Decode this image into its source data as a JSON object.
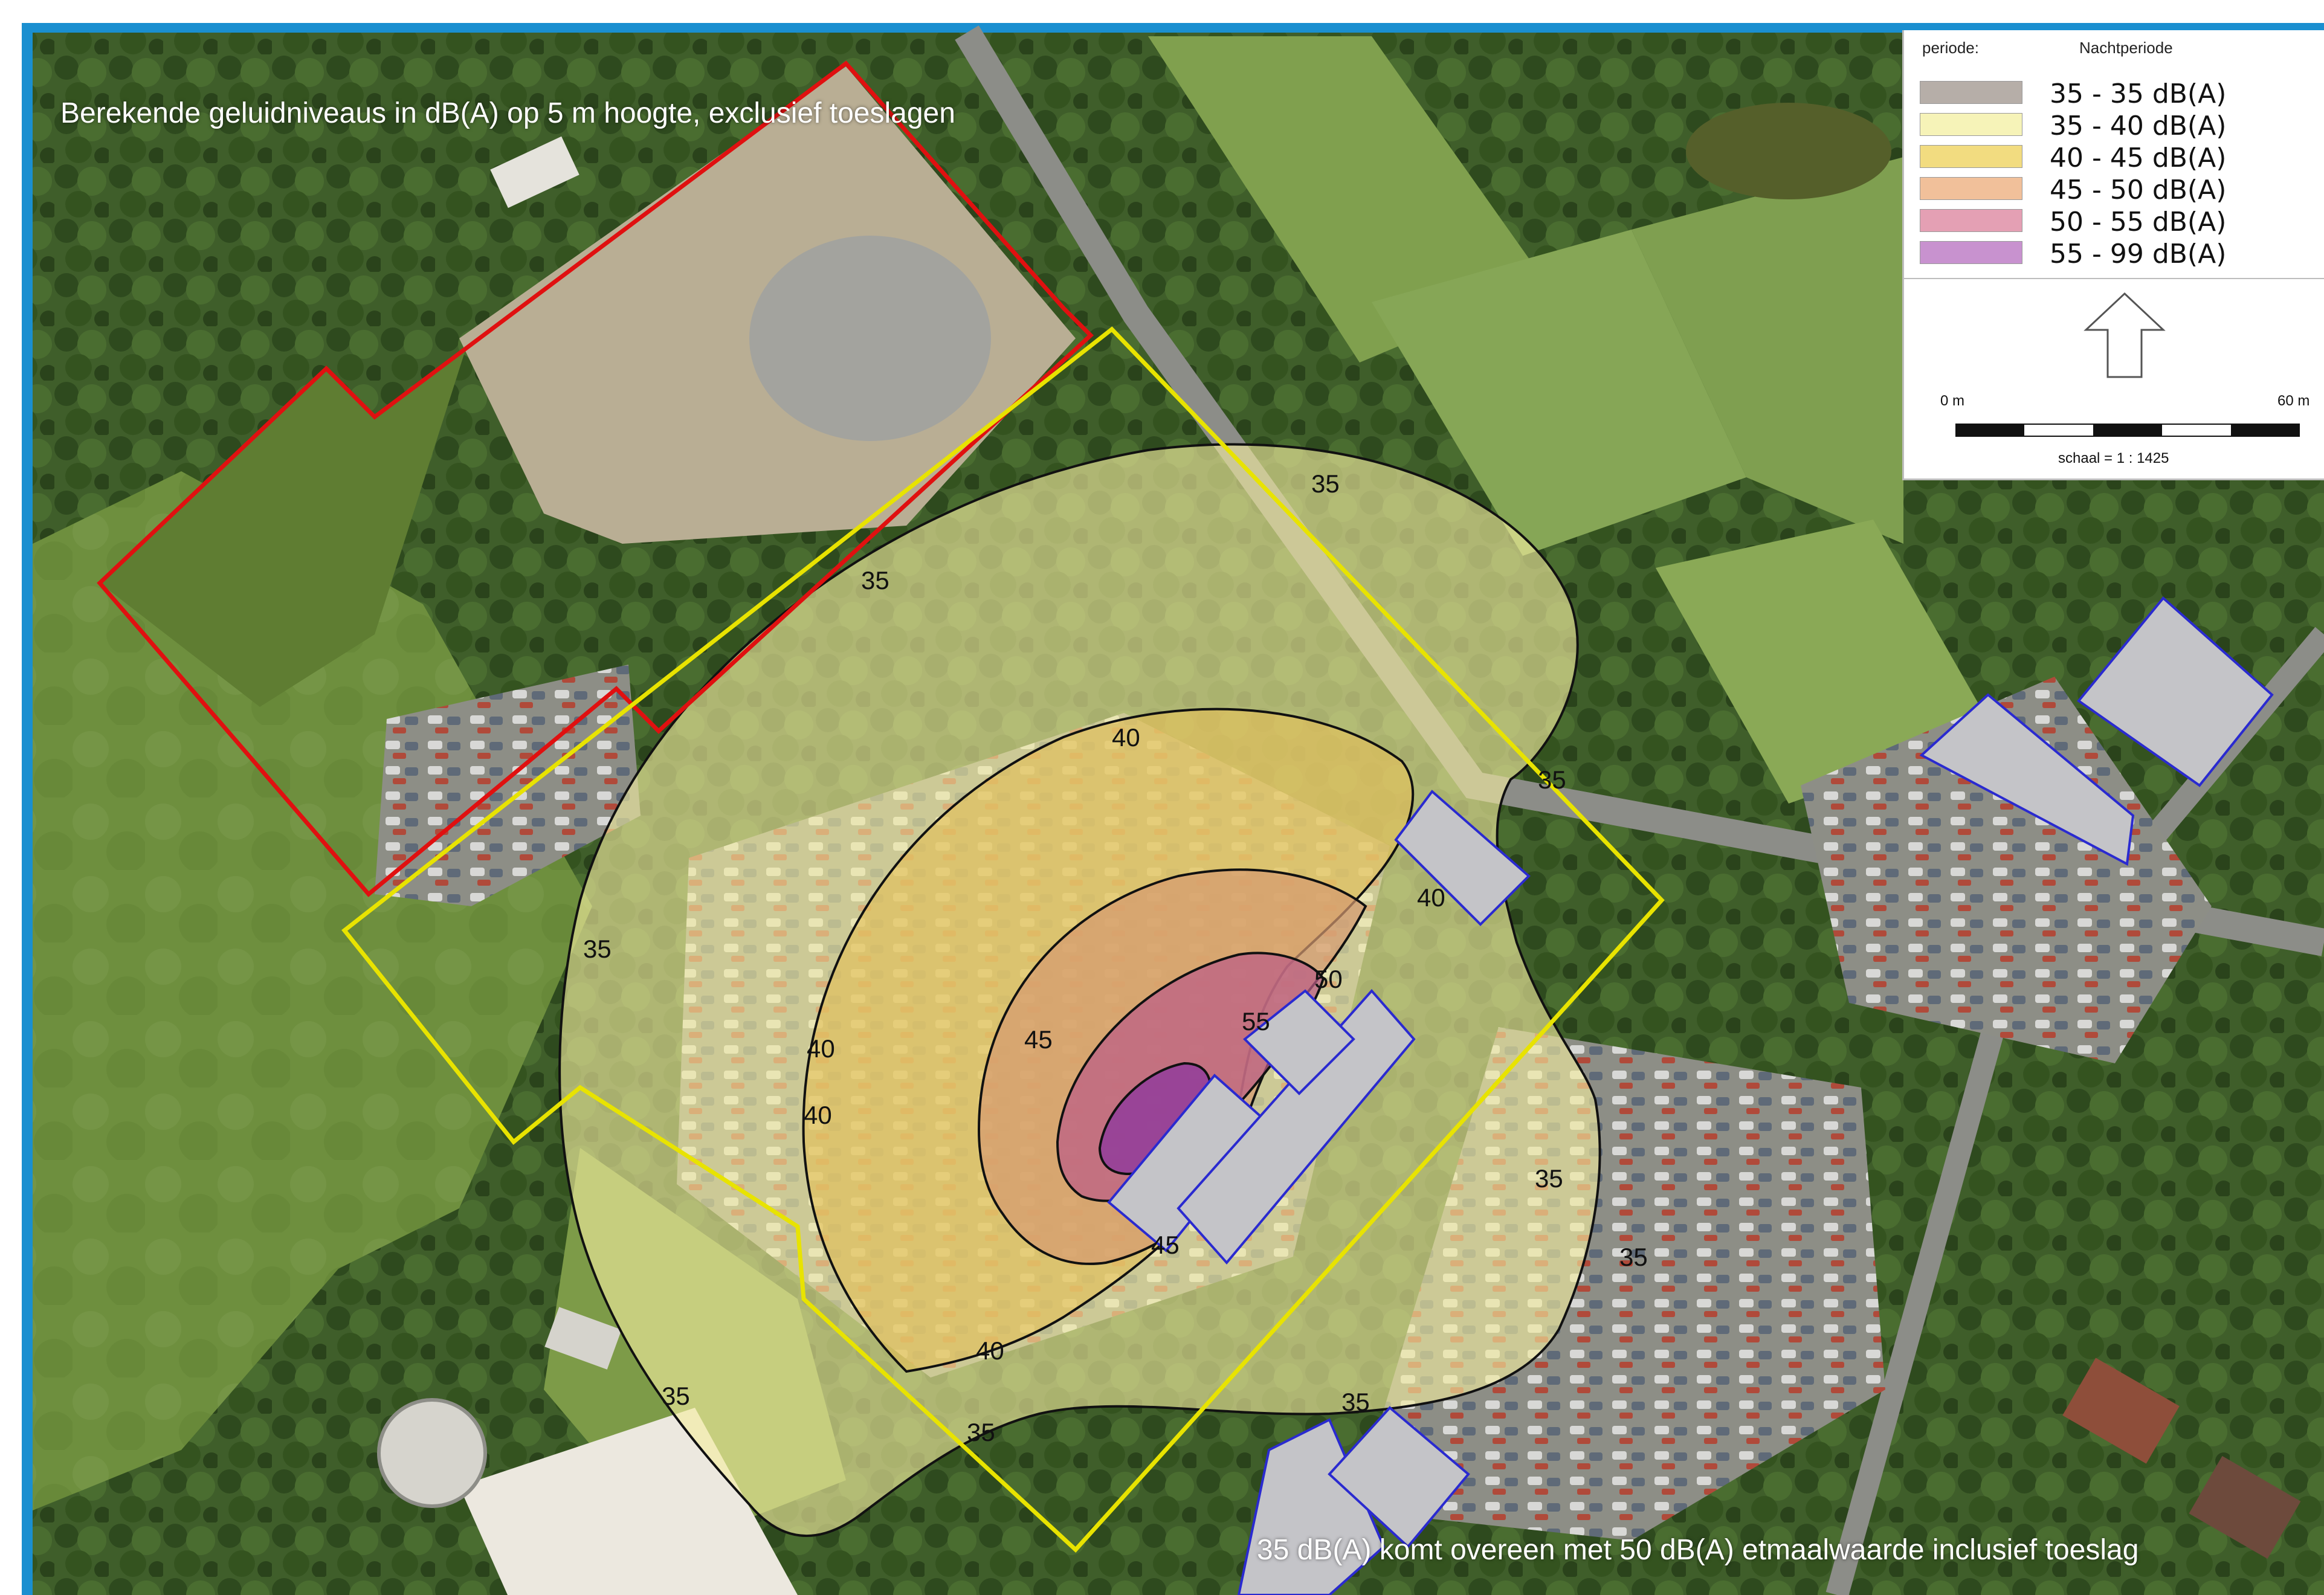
{
  "map": {
    "title": "Berekende geluidniveaus in dB(A) op 5 m hoogte, exclusief toeslagen",
    "footnote": "35 dB(A) komt overeen met 50 dB(A) etmaalwaarde inclusief toeslag",
    "frame_color": "#1a8fd0",
    "plan_boundary_color": "#e8e300",
    "neighbour_boundary_color": "#e01010",
    "building_color": "#c4c4c8",
    "building_outline_color": "#2a2ad0",
    "contour_labels": [
      "35",
      "35",
      "35",
      "35",
      "35",
      "35",
      "35",
      "35",
      "35",
      "40",
      "40",
      "40",
      "40",
      "40",
      "45",
      "45",
      "50",
      "55"
    ]
  },
  "legend": {
    "period_label": "periode:",
    "period_value": "Nachtperiode",
    "classes": [
      {
        "label": "35 - 35 dB(A)",
        "color": "#b6aea8"
      },
      {
        "label": "35 - 40 dB(A)",
        "color": "#f6f3b8"
      },
      {
        "label": "40 - 45 dB(A)",
        "color": "#f2dc80"
      },
      {
        "label": "45 - 50 dB(A)",
        "color": "#f1c09a"
      },
      {
        "label": "50 - 55 dB(A)",
        "color": "#e4a0b4"
      },
      {
        "label": "55 - 99 dB(A)",
        "color": "#c892cf"
      }
    ],
    "north_arrow": "north-arrow-icon",
    "scale_start": "0 m",
    "scale_end": "60 m",
    "scale_text": "schaal = 1 : 1425"
  }
}
